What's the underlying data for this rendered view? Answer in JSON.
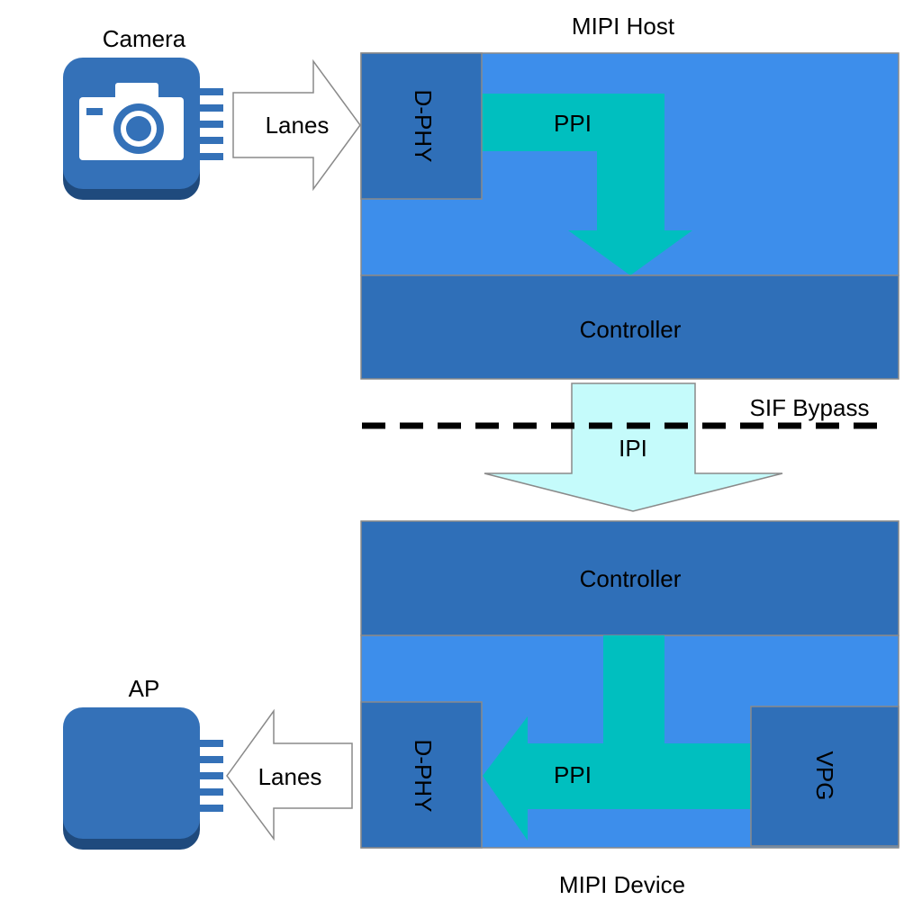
{
  "labels": {
    "camera": "Camera",
    "mipi_host": "MIPI Host",
    "lanes_top": "Lanes",
    "dphy_top": "D-PHY",
    "ppi_top": "PPI",
    "controller_top": "Controller",
    "sif_bypass": "SIF Bypass",
    "ipi": "IPI",
    "controller_bottom": "Controller",
    "ap": "AP",
    "lanes_bottom": "Lanes",
    "dphy_bottom": "D-PHY",
    "ppi_bottom": "PPI",
    "vpg": "VPG",
    "mipi_device": "MIPI Device"
  },
  "icons": {
    "camera": "camera-chip-icon",
    "ap": "ap-chip-icon"
  },
  "colors": {
    "panel_blue": "#3d8eeb",
    "dark_blue": "#2f6fb8",
    "teal": "#00bfbf",
    "ipi_fill": "#c5fbfb",
    "chip_blue": "#3471b8",
    "chip_shadow": "#1f4a7d",
    "border": "#8a8a8a"
  }
}
